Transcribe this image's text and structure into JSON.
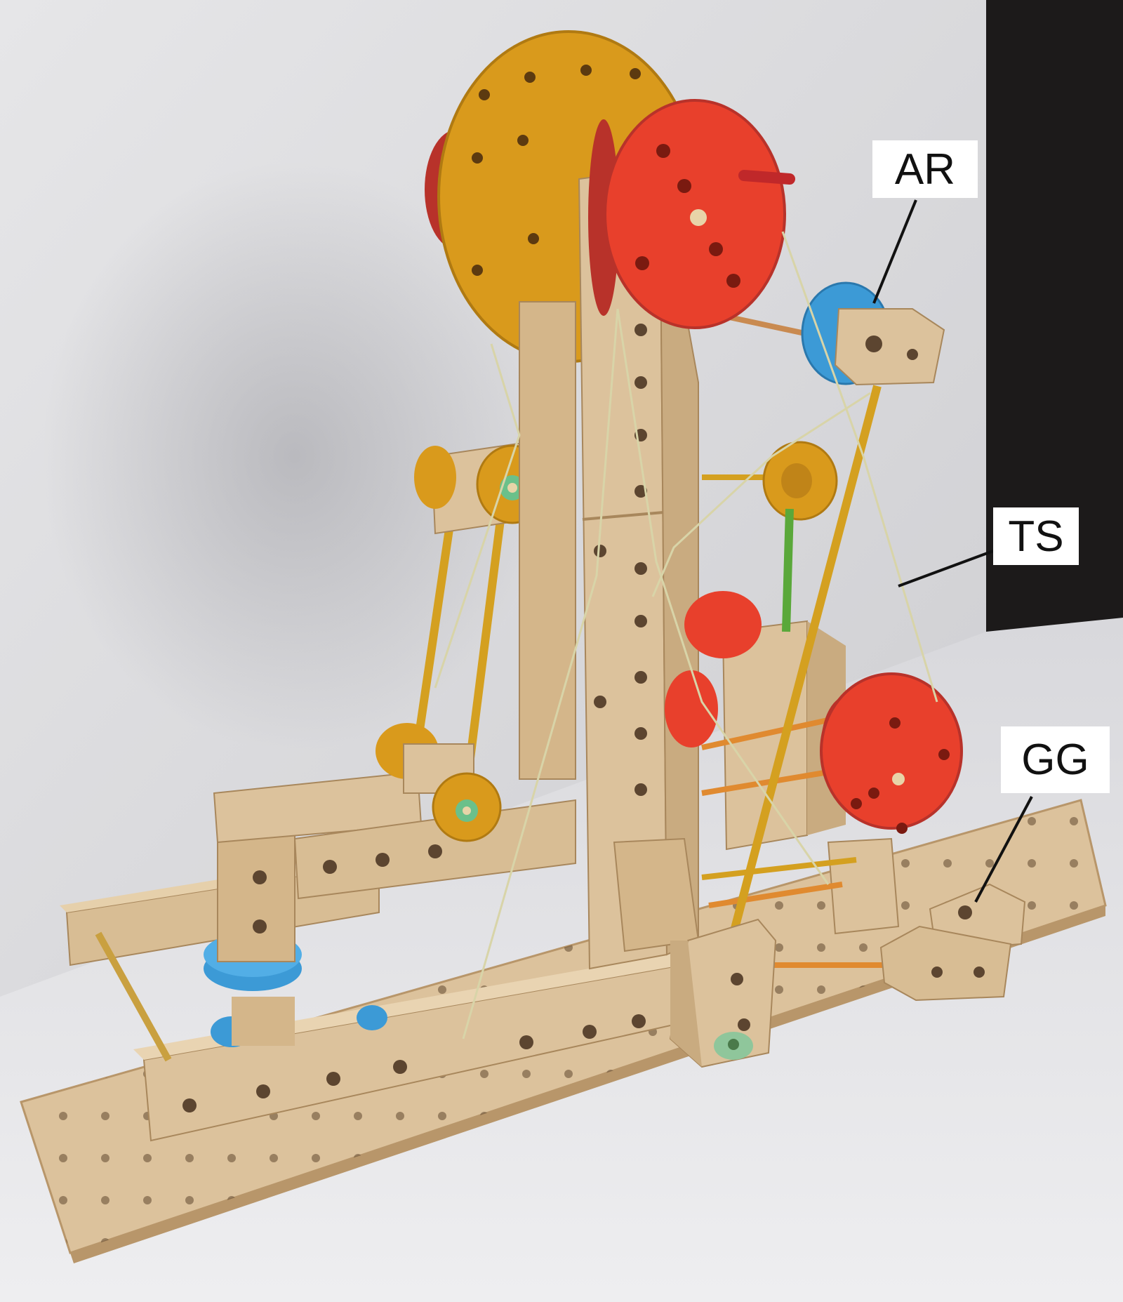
{
  "labels": {
    "ar": "AR",
    "ts": "TS",
    "gg": "GG"
  },
  "colors": {
    "wall": "#dcdcdf",
    "table": "#e4e4e6",
    "dark_edge": "#1c1a1a",
    "wood": "#dcc29c",
    "wood_shade": "#c9ab80",
    "wood_dark": "#b8966a",
    "red_wheel": "#e8402c",
    "yellow_wheel": "#d99a1c",
    "blue_wheel": "#3c9ad6",
    "rod_yellow": "#d4a020",
    "rod_green": "#5aa83a",
    "rod_orange": "#e08a30",
    "string": "#d8d4a8"
  }
}
